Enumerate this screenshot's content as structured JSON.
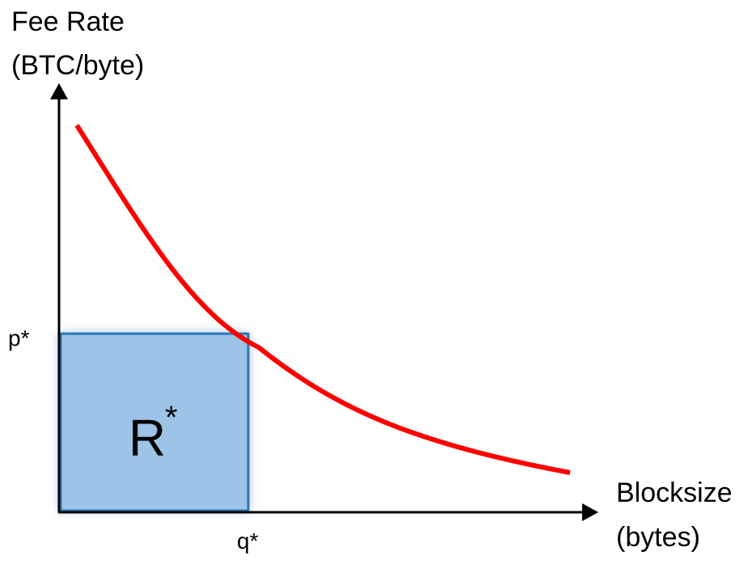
{
  "y_axis": {
    "label_line1": "Fee Rate",
    "label_line2": "(BTC/byte)",
    "tick_label": "p*"
  },
  "x_axis": {
    "label_line1": "Blocksize",
    "label_line2": "(bytes)",
    "tick_label": "q*"
  },
  "region": {
    "label_main": "R",
    "label_sup": "*"
  },
  "colors": {
    "curve": "#ff0000",
    "region_fill": "#9dc3e6",
    "region_stroke": "#2e75b6",
    "region_glow": "#5b9bd5",
    "axes": "#000000"
  }
}
